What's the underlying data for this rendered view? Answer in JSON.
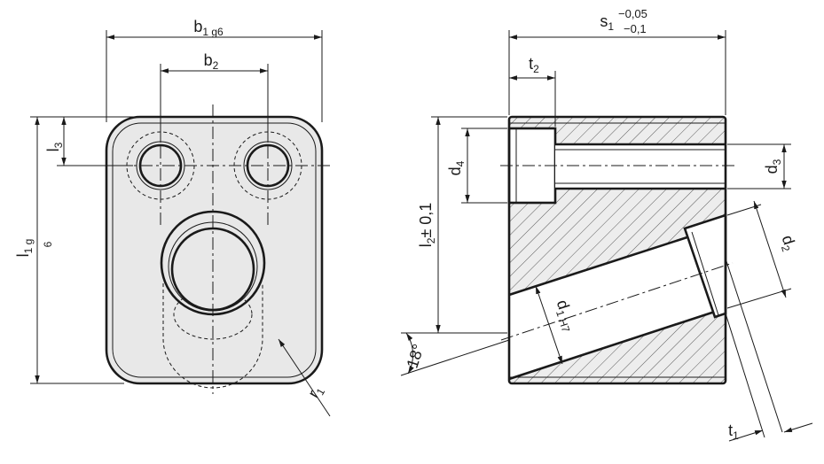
{
  "labels": {
    "b1": "b",
    "b1_sub": "1 g6",
    "b2": "b",
    "b2_sub": "2",
    "l3": "l",
    "l3_sub": "3",
    "l1": "l",
    "l1_sub": "1 g",
    "l1_frac": "6",
    "r1": "r",
    "r1_sub": "1",
    "s1": "s",
    "s1_sub": "1",
    "s1_tol_upper": "−0,05",
    "s1_tol_lower": "−0,1",
    "t2": "t",
    "t2_sub": "2",
    "d4": "d",
    "d4_sub": "4",
    "d3": "d",
    "d3_sub": "3",
    "l2": "l",
    "l2_sub": "2",
    "l2_tol": "± 0,1",
    "d2": "d",
    "d2_sub": "2",
    "d1": "d",
    "d1_sub": "1 H7",
    "angle": "18°",
    "t1": "t",
    "t1_sub": "1"
  },
  "colors": {
    "ink": "#1a1a1a",
    "front_fill": "#e8e8e8",
    "section_fill": "#ededed",
    "background": "#ffffff"
  }
}
